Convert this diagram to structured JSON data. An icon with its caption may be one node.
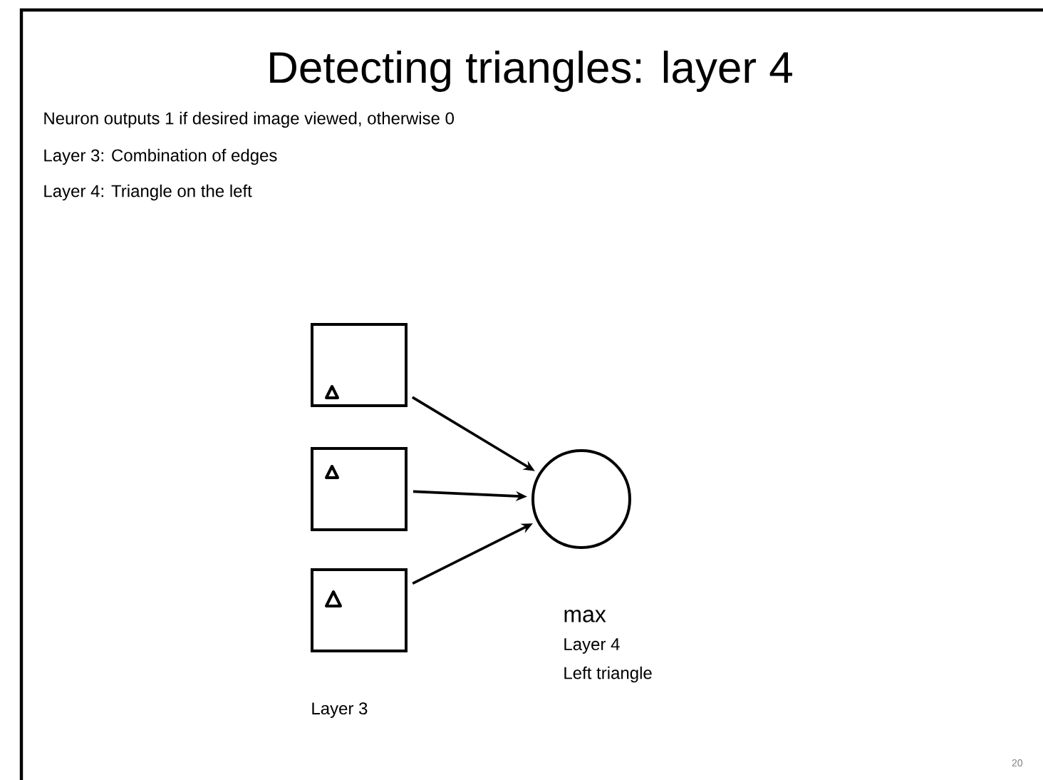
{
  "diagram": {
    "title": "Detecting triangles: layer 4",
    "nodes": [
      {
        "text": [],
        "shape": "box"
      },
      {
        "text": [],
        "shape": "box"
      },
      {
        "text": [],
        "shape": "box"
      },
      {
        "text": [],
        "shape": "circle",
        "beside": [
          "max",
          "Layer 4",
          "Left triangle"
        ]
      }
    ],
    "edges": [
      {
        "from": 0,
        "to": 3,
        "arrow": "to"
      },
      {
        "from": 1,
        "to": 3,
        "arrow": "to"
      },
      {
        "from": 2,
        "to": 3,
        "arrow": "to"
      }
    ],
    "labels": [
      "Neuron outputs 1 if desired image viewed, otherwise 0",
      "Layer 3: Combination of edges",
      "Layer 4: Triangle on the left",
      "Layer 3",
      "20"
    ]
  }
}
